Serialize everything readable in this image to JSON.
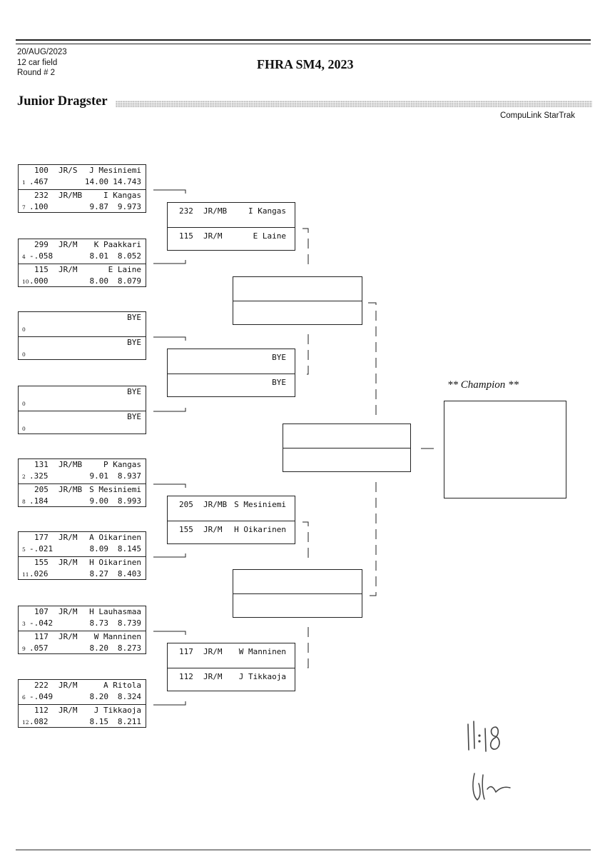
{
  "header": {
    "date": "20/AUG/2023",
    "field": "12 car field",
    "round": "Round # 2",
    "event_title": "FHRA SM4, 2023",
    "class_title": "Junior Dragster",
    "software": "CompuLink StarTrak"
  },
  "round1": [
    {
      "top": {
        "car": "100",
        "cls": "JR/S",
        "driver": "J Mesiniemi",
        "seed": "1",
        "rt": ".467",
        "et": "14.00",
        "speed": "14.743"
      },
      "bottom": {
        "car": "232",
        "cls": "JR/MB",
        "driver": "I Kangas",
        "seed": "7",
        "rt": ".100",
        "et": "9.87",
        "speed": "9.973"
      }
    },
    {
      "top": {
        "car": "299",
        "cls": "JR/M",
        "driver": "K Paakkari",
        "seed": "4",
        "rt": "-.058",
        "et": "8.01",
        "speed": "8.052"
      },
      "bottom": {
        "car": "115",
        "cls": "JR/M",
        "driver": "E Laine",
        "seed": "10",
        "rt": ".000",
        "et": "8.00",
        "speed": "8.079"
      }
    },
    {
      "top": {
        "car": "",
        "cls": "",
        "driver": "BYE",
        "seed": "0",
        "rt": "",
        "et": "",
        "speed": ""
      },
      "bottom": {
        "car": "",
        "cls": "",
        "driver": "BYE",
        "seed": "0",
        "rt": "",
        "et": "",
        "speed": ""
      }
    },
    {
      "top": {
        "car": "",
        "cls": "",
        "driver": "BYE",
        "seed": "0",
        "rt": "",
        "et": "",
        "speed": ""
      },
      "bottom": {
        "car": "",
        "cls": "",
        "driver": "BYE",
        "seed": "0",
        "rt": "",
        "et": "",
        "speed": ""
      }
    },
    {
      "top": {
        "car": "131",
        "cls": "JR/MB",
        "driver": "P Kangas",
        "seed": "2",
        "rt": ".325",
        "et": "9.01",
        "speed": "8.937"
      },
      "bottom": {
        "car": "205",
        "cls": "JR/MB",
        "driver": "S Mesiniemi",
        "seed": "8",
        "rt": ".184",
        "et": "9.00",
        "speed": "8.993"
      }
    },
    {
      "top": {
        "car": "177",
        "cls": "JR/M",
        "driver": "A Oikarinen",
        "seed": "5",
        "rt": "-.021",
        "et": "8.09",
        "speed": "8.145"
      },
      "bottom": {
        "car": "155",
        "cls": "JR/M",
        "driver": "H Oikarinen",
        "seed": "11",
        "rt": ".026",
        "et": "8.27",
        "speed": "8.403"
      }
    },
    {
      "top": {
        "car": "107",
        "cls": "JR/M",
        "driver": "H Lauhasmaa",
        "seed": "3",
        "rt": "-.042",
        "et": "8.73",
        "speed": "8.739"
      },
      "bottom": {
        "car": "117",
        "cls": "JR/M",
        "driver": "W Manninen",
        "seed": "9",
        "rt": ".057",
        "et": "8.20",
        "speed": "8.273"
      }
    },
    {
      "top": {
        "car": "222",
        "cls": "JR/M",
        "driver": "A Ritola",
        "seed": "6",
        "rt": "-.049",
        "et": "8.20",
        "speed": "8.324"
      },
      "bottom": {
        "car": "112",
        "cls": "JR/M",
        "driver": "J Tikkaoja",
        "seed": "12",
        "rt": ".082",
        "et": "8.15",
        "speed": "8.211"
      }
    }
  ],
  "round2": [
    {
      "top": {
        "car": "232",
        "cls": "JR/MB",
        "driver": "I Kangas"
      },
      "bottom": {
        "car": "115",
        "cls": "JR/M",
        "driver": "E Laine"
      }
    },
    {
      "top": {
        "car": "",
        "cls": "",
        "driver": "BYE"
      },
      "bottom": {
        "car": "",
        "cls": "",
        "driver": "BYE"
      }
    },
    {
      "top": {
        "car": "205",
        "cls": "JR/MB",
        "driver": "S Mesiniemi"
      },
      "bottom": {
        "car": "155",
        "cls": "JR/M",
        "driver": "H Oikarinen"
      }
    },
    {
      "top": {
        "car": "117",
        "cls": "JR/M",
        "driver": "W Manninen"
      },
      "bottom": {
        "car": "112",
        "cls": "JR/M",
        "driver": "J Tikkaoja"
      }
    }
  ],
  "champion_label": "** Champion **",
  "handwritten_note": "11:18",
  "colors": {
    "ink": "#222222",
    "paper": "#ffffff",
    "hatch": "#9a9a9a"
  }
}
